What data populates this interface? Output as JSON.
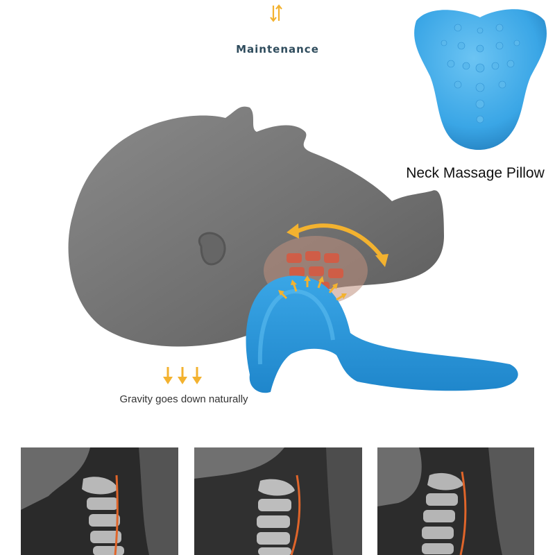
{
  "header": {
    "top_icon": "vertical-double-arrow-icon",
    "maintenance_label": "Maintenance"
  },
  "product": {
    "label": "Neck Massage Pillow",
    "photo_icon": "neck-pillow-icon",
    "color": "#3aa6e6"
  },
  "illustration": {
    "head_icon": "head-silhouette",
    "arrow_color": "#f3b22f",
    "gravity_label": "Gravity goes down naturally"
  },
  "xrays": [
    {
      "icon": "cervical-xray-before"
    },
    {
      "icon": "cervical-xray-middle"
    },
    {
      "icon": "cervical-xray-after"
    }
  ]
}
